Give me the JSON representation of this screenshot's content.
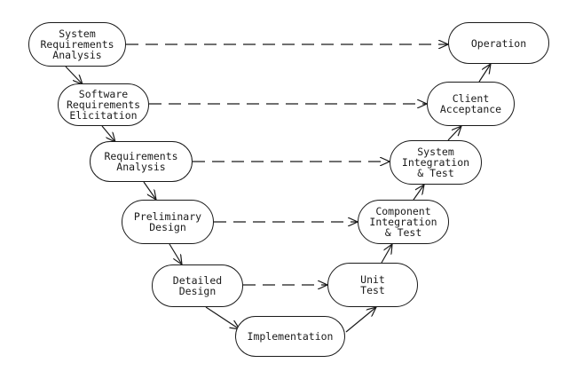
{
  "diagram": {
    "nodes": {
      "system_requirements_analysis": "System\nRequirements\nAnalysis",
      "software_requirements_elicitation": "Software\nRequirements\nElicitation",
      "requirements_analysis": "Requirements\nAnalysis",
      "preliminary_design": "Preliminary\nDesign",
      "detailed_design": "Detailed\nDesign",
      "implementation": "Implementation",
      "unit_test": "Unit\nTest",
      "component_integration_test": "Component\nIntegration\n& Test",
      "system_integration_test": "System\nIntegration\n& Test",
      "client_acceptance": "Client\nAcceptance",
      "operation": "Operation"
    },
    "flow": [
      [
        "system_requirements_analysis",
        "software_requirements_elicitation"
      ],
      [
        "software_requirements_elicitation",
        "requirements_analysis"
      ],
      [
        "requirements_analysis",
        "preliminary_design"
      ],
      [
        "preliminary_design",
        "detailed_design"
      ],
      [
        "detailed_design",
        "implementation"
      ],
      [
        "implementation",
        "unit_test"
      ],
      [
        "unit_test",
        "component_integration_test"
      ],
      [
        "component_integration_test",
        "system_integration_test"
      ],
      [
        "system_integration_test",
        "client_acceptance"
      ],
      [
        "client_acceptance",
        "operation"
      ]
    ],
    "verification_links": [
      [
        "system_requirements_analysis",
        "operation"
      ],
      [
        "software_requirements_elicitation",
        "client_acceptance"
      ],
      [
        "requirements_analysis",
        "system_integration_test"
      ],
      [
        "preliminary_design",
        "component_integration_test"
      ],
      [
        "detailed_design",
        "unit_test"
      ]
    ],
    "colors": {
      "stroke": "#1a1a1a",
      "background": "#ffffff"
    }
  }
}
